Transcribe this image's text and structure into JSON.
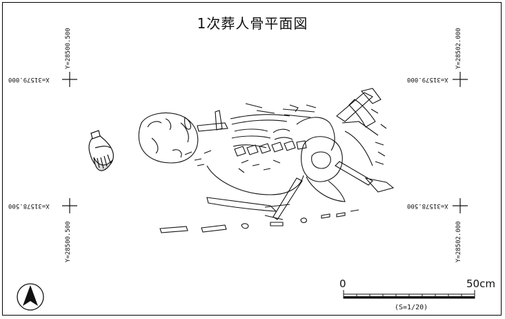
{
  "title": "1次葬人骨平面図",
  "markers": {
    "top_left": {
      "x_label": "X=31579.000",
      "y_label": "Y=28500.500"
    },
    "top_right": {
      "x_label": "X=31579.000",
      "y_label": "Y=28502.000"
    },
    "bottom_left": {
      "x_label": "X=31578.500",
      "y_label": "Y=28500.500"
    },
    "bottom_right": {
      "x_label": "X=31578.500",
      "y_label": "Y=28502.000"
    }
  },
  "scale_bar": {
    "start_label": "0",
    "end_label": "50cm",
    "ratio_label": "(S=1/20)"
  },
  "icons": {
    "north_arrow": "north-arrow-icon",
    "skeleton": "skeleton-drawing",
    "vessel": "pottery-vessel-drawing"
  },
  "colors": {
    "line": "#111111",
    "background": "#ffffff"
  }
}
